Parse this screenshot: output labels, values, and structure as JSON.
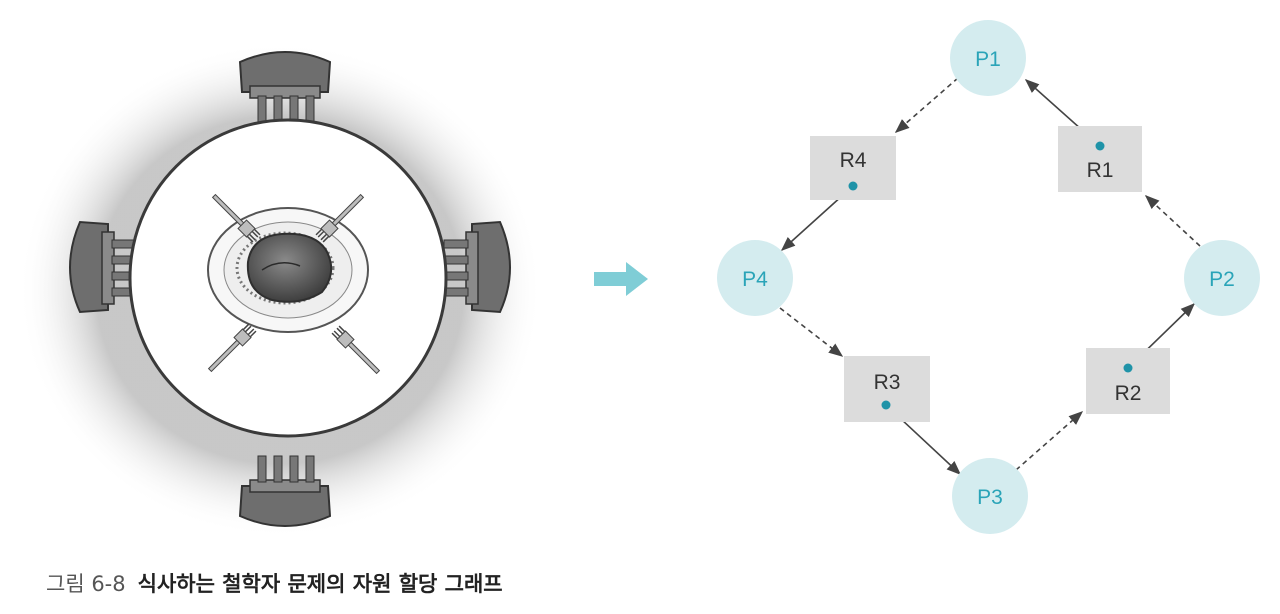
{
  "colors": {
    "process_fill": "#d4ecef",
    "process_text": "#2aa4b8",
    "resource_fill": "#dcdcdc",
    "resource_text": "#333333",
    "dot": "#1f93a8",
    "edge": "#444444",
    "arrow_accent": "#7fcdd6",
    "caption_label": "#555555",
    "caption_title": "#222222"
  },
  "diagram": {
    "processes": [
      {
        "id": "P1",
        "label": "P1"
      },
      {
        "id": "P2",
        "label": "P2"
      },
      {
        "id": "P3",
        "label": "P3"
      },
      {
        "id": "P4",
        "label": "P4"
      }
    ],
    "resources": [
      {
        "id": "R1",
        "label": "R1"
      },
      {
        "id": "R2",
        "label": "R2"
      },
      {
        "id": "R3",
        "label": "R3"
      },
      {
        "id": "R4",
        "label": "R4"
      }
    ],
    "edges": [
      {
        "from": "P1",
        "to": "R4",
        "style": "dashed",
        "kind": "request"
      },
      {
        "from": "R4",
        "to": "P4",
        "style": "solid",
        "kind": "assignment"
      },
      {
        "from": "P4",
        "to": "R3",
        "style": "dashed",
        "kind": "request"
      },
      {
        "from": "R3",
        "to": "P3",
        "style": "solid",
        "kind": "assignment"
      },
      {
        "from": "P3",
        "to": "R2",
        "style": "dashed",
        "kind": "request"
      },
      {
        "from": "R2",
        "to": "P2",
        "style": "solid",
        "kind": "assignment"
      },
      {
        "from": "P2",
        "to": "R1",
        "style": "dashed",
        "kind": "request"
      },
      {
        "from": "R1",
        "to": "P1",
        "style": "solid",
        "kind": "assignment"
      }
    ]
  },
  "illustration": {
    "subject": "dining-table-with-four-chairs-and-four-forks",
    "chairs": 4,
    "forks": 4
  },
  "caption": {
    "label": "그림 6-8",
    "title": "식사하는 철학자 문제의 자원 할당 그래프"
  }
}
